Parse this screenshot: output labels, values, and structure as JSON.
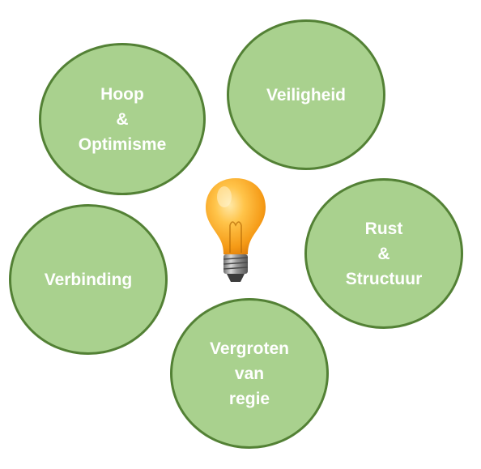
{
  "concepts": [
    {
      "id": "hoop",
      "label": "Hoop\n&\nOptimisme"
    },
    {
      "id": "veiligheid",
      "label": "Veiligheid"
    },
    {
      "id": "rust",
      "label": "Rust\n&\nStructuur"
    },
    {
      "id": "verbinding",
      "label": "Verbinding"
    },
    {
      "id": "regie",
      "label": "Vergroten\nvan\nregie"
    }
  ],
  "center_icon": "lightbulb-icon",
  "colors": {
    "circle_fill": "#a9d18e",
    "circle_border": "#538135",
    "text": "#ffffff",
    "bulb": "#f7a01c"
  }
}
